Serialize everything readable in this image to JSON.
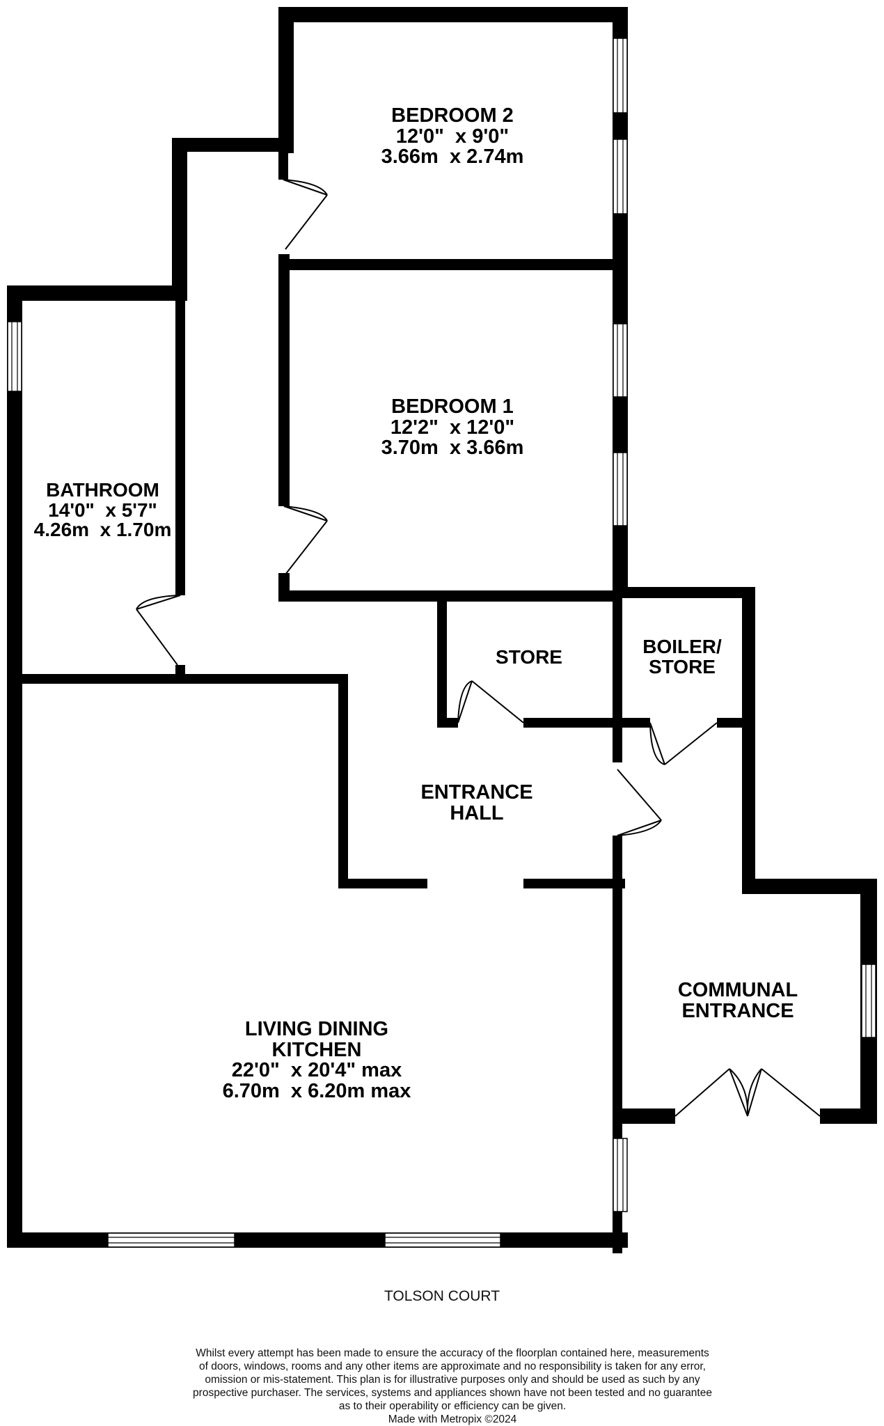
{
  "rooms": {
    "bedroom2": {
      "name": "BEDROOM 2",
      "imperial": "12'0\"  x 9'0\"",
      "metric": "3.66m  x 2.74m"
    },
    "bedroom1": {
      "name": "BEDROOM 1",
      "imperial": "12'2\"  x 12'0\"",
      "metric": "3.70m  x 3.66m"
    },
    "bathroom": {
      "name": "BATHROOM",
      "imperial": "14'0\"  x 5'7\"",
      "metric": "4.26m  x 1.70m"
    },
    "store": {
      "name": "STORE"
    },
    "boiler_store": {
      "line1": "BOILER/",
      "line2": "STORE"
    },
    "entrance_hall": {
      "line1": "ENTRANCE",
      "line2": "HALL"
    },
    "communal_entrance": {
      "line1": "COMMUNAL",
      "line2": "ENTRANCE"
    },
    "living": {
      "line1": "LIVING DINING",
      "line2": "KITCHEN",
      "imperial": "22'0\"  x 20'4\" max",
      "metric": "6.70m  x 6.20m max"
    }
  },
  "caption": "TOLSON COURT",
  "disclaimer": [
    "Whilst every attempt has been made to ensure the accuracy of the floorplan contained here, measurements",
    "of doors, windows, rooms and any other items are approximate and no responsibility is taken for any error,",
    "omission or mis-statement. This plan is for illustrative purposes only and should be used as such by any",
    "prospective purchaser. The services, systems and appliances shown have not been tested and no guarantee",
    "as to their operability or efficiency can be given.",
    "Made with Metropix ©2024"
  ],
  "colors": {
    "wall": "#000000",
    "window": "#ffffff",
    "background": "#ffffff"
  }
}
